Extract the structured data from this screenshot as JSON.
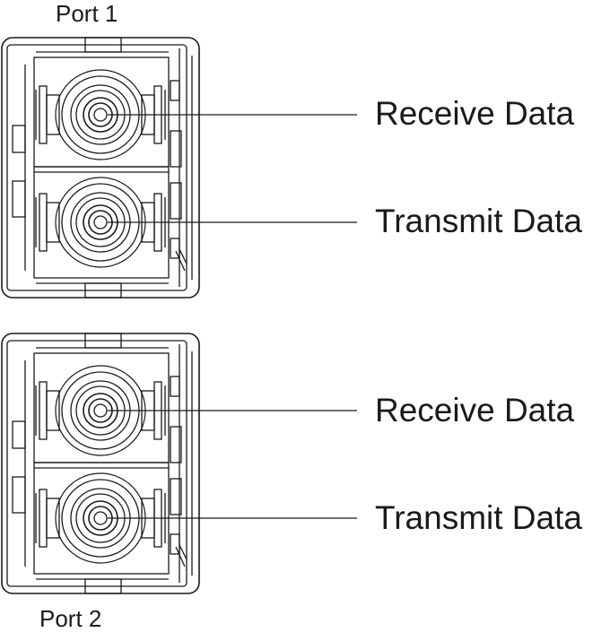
{
  "ports": [
    {
      "label": "Port 1",
      "callouts": [
        {
          "text": "Receive Data"
        },
        {
          "text": "Transmit Data"
        }
      ]
    },
    {
      "label": "Port 2",
      "callouts": [
        {
          "text": "Receive Data"
        },
        {
          "text": "Transmit Data"
        }
      ]
    }
  ]
}
